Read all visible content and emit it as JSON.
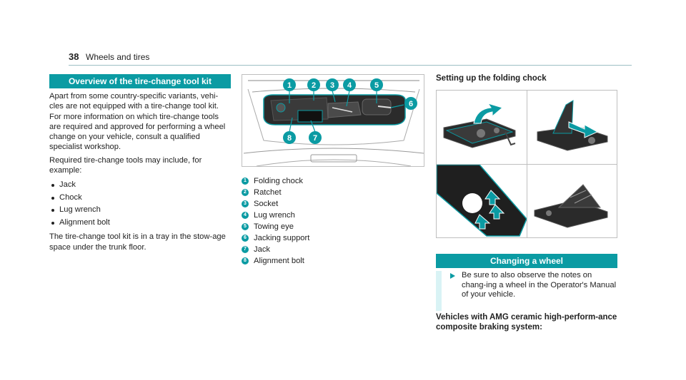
{
  "header": {
    "page_number": "38",
    "section": "Wheels and tires"
  },
  "colors": {
    "accent": "#0b9ba3",
    "note_bg": "#d9f3f5",
    "rule": "#9dbfc3"
  },
  "overview": {
    "title": "Overview of the tire-change tool kit",
    "para1": "Apart from some country-specific variants, vehi-cles are not equipped with a tire-change tool kit. For more information on which tire-change tools are required and approved for performing a wheel change on your vehicle, consult a qualified specialist workshop.",
    "para2": "Required tire-change tools may include, for example:",
    "items": [
      "Jack",
      "Chock",
      "Lug wrench",
      "Alignment bolt"
    ],
    "para3": "The tire-change tool kit is in a tray in the stow-age space under the trunk floor."
  },
  "trunk_figure": {
    "callouts": [
      "1",
      "2",
      "3",
      "4",
      "5",
      "6",
      "8",
      "7"
    ]
  },
  "legend": [
    {
      "num": "1",
      "label": "Folding chock"
    },
    {
      "num": "2",
      "label": "Ratchet"
    },
    {
      "num": "3",
      "label": "Socket"
    },
    {
      "num": "4",
      "label": "Lug wrench"
    },
    {
      "num": "5",
      "label": "Towing eye"
    },
    {
      "num": "6",
      "label": "Jacking support"
    },
    {
      "num": "7",
      "label": "Jack"
    },
    {
      "num": "8",
      "label": "Alignment bolt"
    }
  ],
  "setup": {
    "title": "Setting up the folding chock"
  },
  "changing": {
    "title": "Changing a wheel",
    "note": "Be sure to also observe the notes on chang-ing a wheel in the Operator's Manual of your vehicle.",
    "vehicles_heading": "Vehicles with AMG ceramic high-perform-ance composite braking system:"
  }
}
